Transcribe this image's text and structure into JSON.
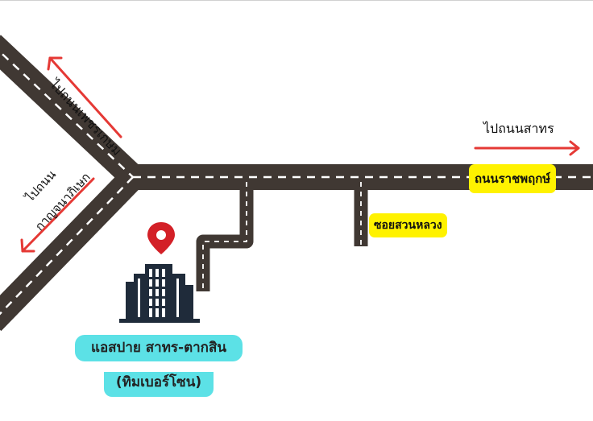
{
  "labels": {
    "to_phetkasem": "ไปถนนเพชรเกษม",
    "to_kanchanaphisek_line1": "ไปถนน",
    "to_kanchanaphisek_line2": "กาญจนาภิเษก",
    "to_sathorn": "ไปถนนสาทร",
    "ratchaphruek_road": "ถนนราชพฤกษ์",
    "soi_suan_luang": "ซอยสวนหลวง"
  },
  "building": {
    "name_line1": "แอสปาย สาทร-ตากสิน",
    "name_line2": "(ทิมเบอร์โซน)"
  },
  "colors": {
    "road": "#403833",
    "road_dash": "#ffffff",
    "arrow": "#e53935",
    "badge_yellow": "#fff200",
    "building_label_bg": "#5ce1e6",
    "pin": "#d32027",
    "building_icon": "#1f2b3a"
  },
  "icons": [
    "location-pin-icon",
    "building-icon"
  ]
}
